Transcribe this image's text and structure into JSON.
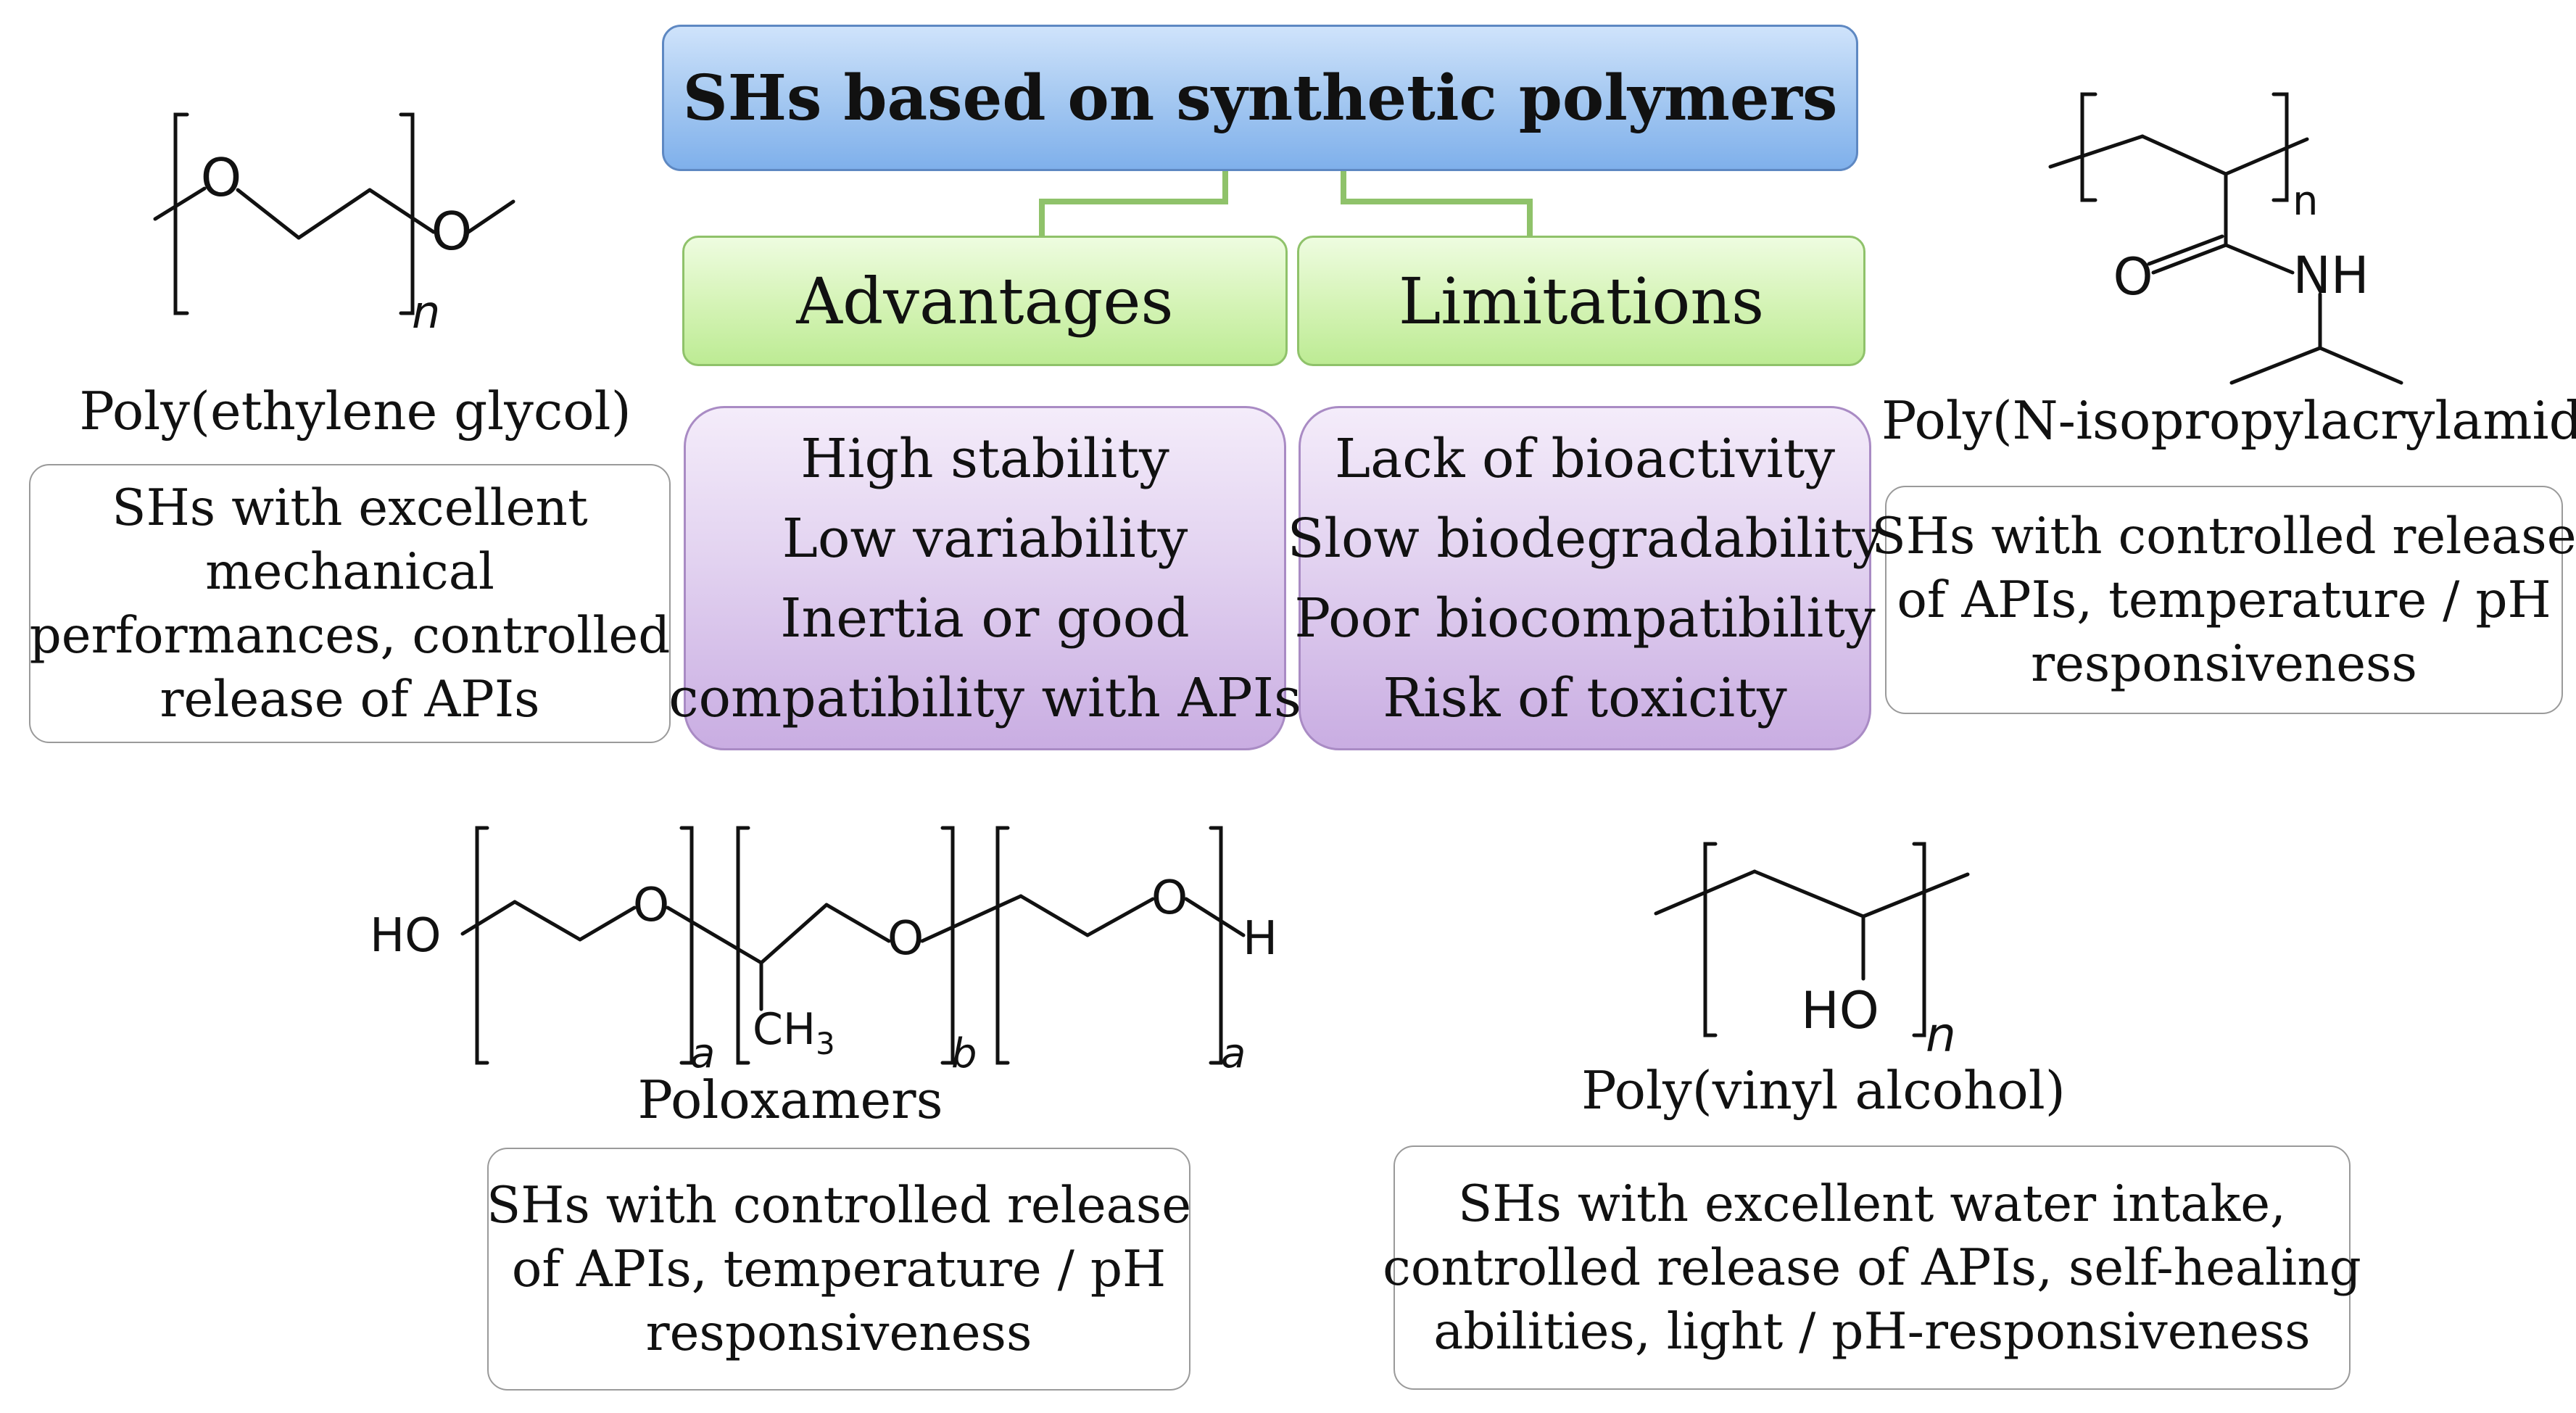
{
  "title": "SHs based on synthetic polymers",
  "advantages": {
    "heading": "Advantages",
    "items": [
      "High stability",
      "Low variability",
      "Inertia or good",
      "compatibility with APIs"
    ]
  },
  "limitations": {
    "heading": "Limitations",
    "items": [
      "Lack of bioactivity",
      "Slow biodegradability",
      "Poor biocompatibility",
      "Risk of toxicity"
    ]
  },
  "polymers": {
    "peg": {
      "name": "Poly(ethylene glycol)",
      "description": [
        "SHs with excellent",
        "mechanical",
        "performances, controlled",
        "release of APIs"
      ],
      "structure_labels": {
        "o1": "O",
        "o2": "O",
        "n": "n"
      }
    },
    "pnipam": {
      "name": "Poly(N-isopropylacrylamide)",
      "description": [
        "SHs with controlled release",
        "of APIs, temperature / pH",
        "responsiveness"
      ],
      "structure_labels": {
        "n": "n",
        "o": "O",
        "nh": "NH"
      }
    },
    "poloxamers": {
      "name": "Poloxamers",
      "description": [
        "SHs with controlled release",
        "of APIs, temperature / pH",
        "responsiveness"
      ],
      "structure_labels": {
        "ho": "HO",
        "o1": "O",
        "o2": "O",
        "o3": "O",
        "h": "H",
        "ch3": "CH",
        "ch3_sub": "3",
        "a1": "a",
        "b": "b",
        "a2": "a"
      }
    },
    "pva": {
      "name": "Poly(vinyl alcohol)",
      "description": [
        "SHs with excellent water intake,",
        "controlled release of APIs, self-healing",
        "abilities, light / pH-responsiveness"
      ],
      "structure_labels": {
        "ho": "HO",
        "n": "n"
      }
    }
  },
  "colors": {
    "title_fill": "#a9cbf2",
    "category_fill": "#d6f4b8",
    "list_fill": "#e2d2f0",
    "connector": "#8fc26a"
  }
}
